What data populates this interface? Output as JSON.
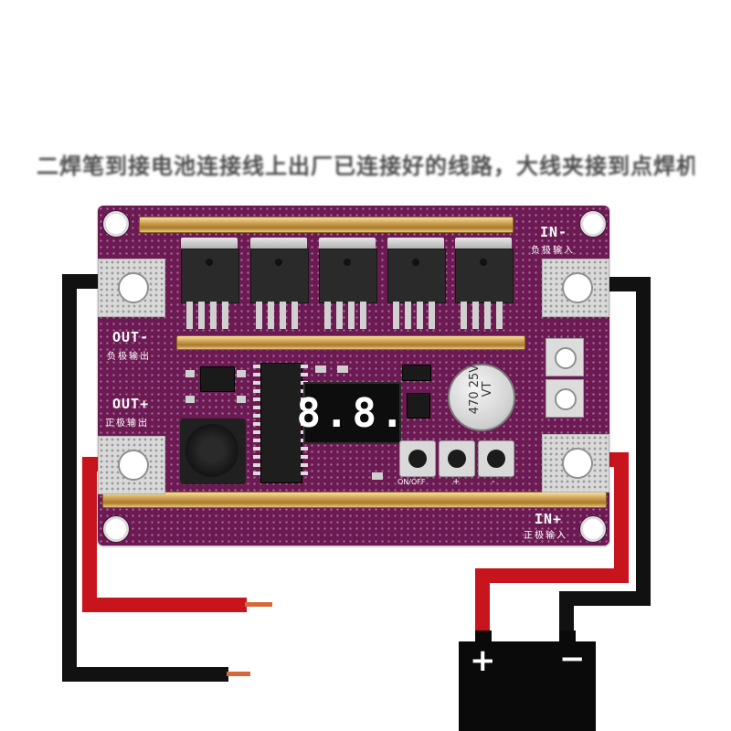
{
  "caption": "二焊笔到接电池连接线上出厂已连接好的线路，大线夹接到点焊机接口",
  "board": {
    "in_neg_label": "IN-",
    "in_neg_sub": "负极输入",
    "out_neg_label": "OUT-",
    "out_neg_sub": "负极输出",
    "out_pos_label": "OUT+",
    "out_pos_sub": "正极输出",
    "in_pos_label": "IN+",
    "in_pos_sub": "正极输入",
    "display_value": "8.8.",
    "capacitor_text": "470 25V VT",
    "switch_label": "ON/OFF",
    "minus_label": "-",
    "plus_label": "+"
  },
  "battery": {
    "plus_symbol": "+",
    "minus_symbol": "−"
  },
  "colors": {
    "pcb": "#6b1a52",
    "positive_wire": "#c8141c",
    "negative_wire": "#111111",
    "busbar": "#c89848"
  }
}
